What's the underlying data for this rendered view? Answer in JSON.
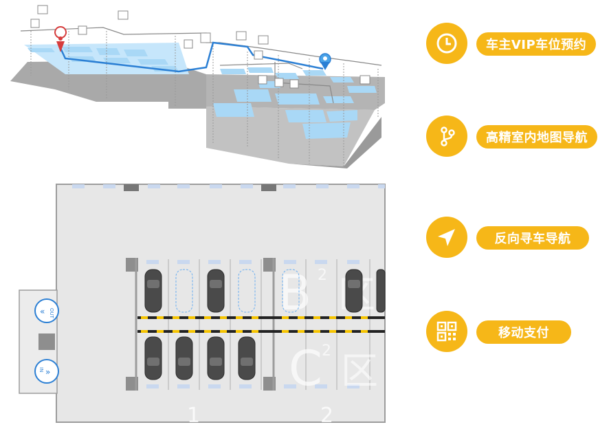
{
  "features": [
    {
      "icon": "clock-icon",
      "label": "车主VIP车位预约"
    },
    {
      "icon": "route-icon",
      "label": "高精室内地图导航"
    },
    {
      "icon": "navigation-arrow-icon",
      "label": "反向寻车导航"
    },
    {
      "icon": "qr-code-icon",
      "label": "移动支付"
    }
  ],
  "plan": {
    "exit_label": "OUT",
    "entry_label": "IN",
    "zones": [
      "B",
      "C"
    ],
    "zone_marks": [
      "区",
      "区"
    ],
    "zone_levels": [
      "2",
      "2"
    ],
    "row_numbers": [
      "1",
      "2"
    ]
  },
  "colors": {
    "accent": "#f6b718",
    "map_blue": "#a9d8f6",
    "route_blue": "#2b7fd4",
    "pin_red": "#d63c3c"
  }
}
